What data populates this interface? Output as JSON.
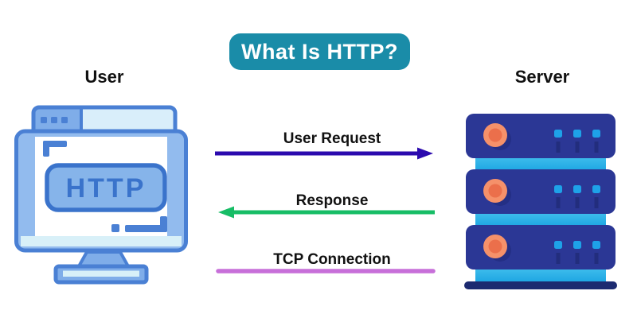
{
  "title": {
    "text": "What Is HTTP?",
    "bg_color": "#1a8ca8",
    "text_color": "#ffffff"
  },
  "user": {
    "label": "User",
    "monitor_text": "HTTP"
  },
  "server": {
    "label": "Server",
    "units": 3
  },
  "flows": [
    {
      "label": "User Request",
      "direction": "right",
      "color": "#2b0aae"
    },
    {
      "label": "Response",
      "direction": "left",
      "color": "#17bd66"
    },
    {
      "label": "TCP Connection",
      "direction": "none",
      "color": "#c76fd9"
    }
  ],
  "palette": {
    "monitor_stroke_blue": "#4a80d4",
    "monitor_medium_blue": "#7fade9",
    "monitor_bezel_blue": "#92bbee",
    "monitor_light_blue": "#d9eefa",
    "monitor_bottom_strip": "#d8f0f8",
    "http_badge_fill": "#86b4ea",
    "http_badge_dark": "#3a73cb",
    "server_navy": "#2b3795",
    "server_cyan_light": "#55cdf2",
    "server_cyan_dark": "#1ba4e2",
    "server_indicator_cyan": "#1ea2e8",
    "server_shadow_navy": "#222d7d",
    "server_base_navy": "#1c2a70",
    "server_knob_orange": "#f5916a",
    "server_knob_orange_dark": "#eb6f4b",
    "label_text": "#111111",
    "background": "#ffffff"
  }
}
